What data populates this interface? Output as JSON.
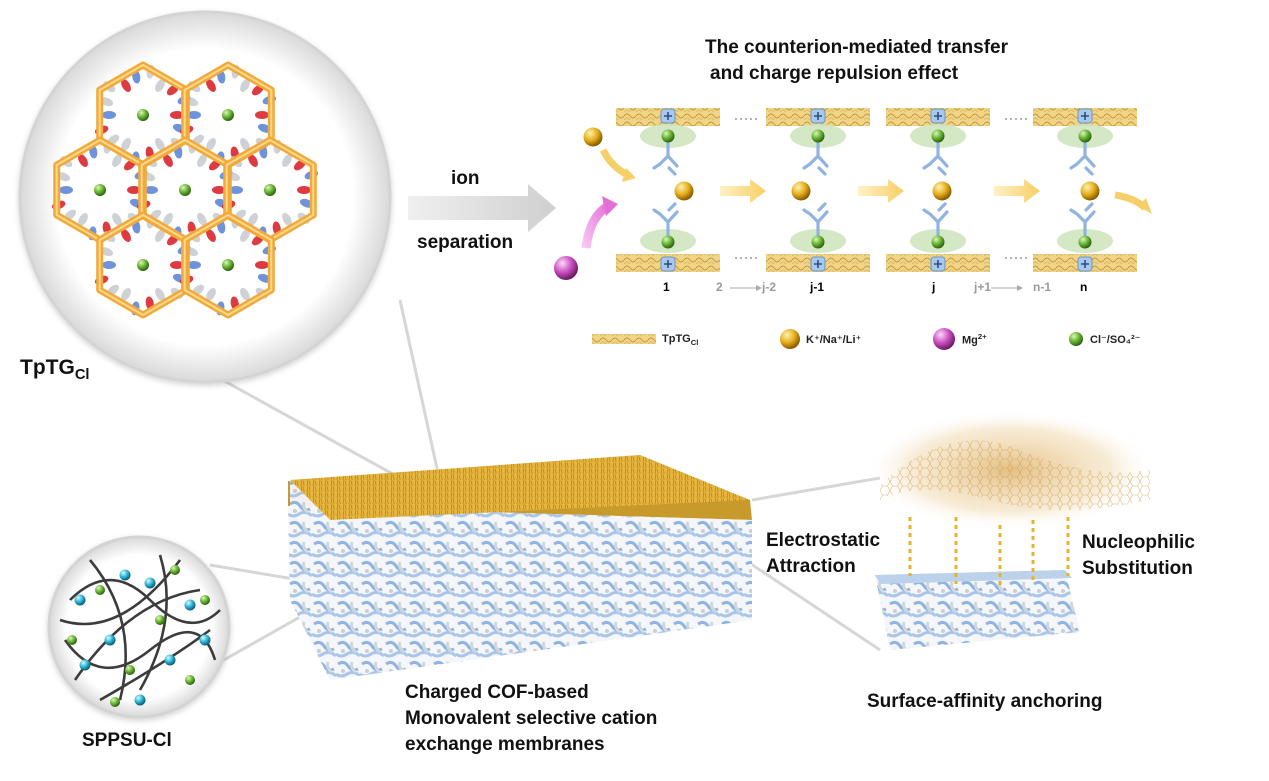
{
  "title_line1": "The counterion-mediated transfer",
  "title_line2": "and charge repulsion effect",
  "arrow_label_top": "ion",
  "arrow_label_bottom": "separation",
  "tptg_base": "TpTG",
  "tptg_sub": "Cl",
  "sppsu_label": "SPPSU-Cl",
  "membrane_caption": [
    "Charged COF-based",
    "Monovalent selective cation",
    "exchange membranes"
  ],
  "anchoring_caption": "Surface-affinity anchoring",
  "left_interaction": [
    "Electrostatic",
    "Attraction"
  ],
  "right_interaction": [
    "Nucleophilic",
    "Substitution"
  ],
  "channel_labels": {
    "c1": "1",
    "range1_start": "2",
    "range1_end": "j-2",
    "c2": "j-1",
    "c3": "j",
    "range2_start": "j+1",
    "range2_end": "n-1",
    "c4": "n"
  },
  "legend": {
    "tptg_base": "TpTG",
    "tptg_sub": "Cl",
    "cation": "K⁺/Na⁺/Li⁺",
    "mg_base": "Mg",
    "mg_sup": "2+",
    "anion": "Cl⁻/SO₄²⁻"
  },
  "colors": {
    "cof_gold": "#e8b84a",
    "hex_orange": "#f2a93b",
    "membrane_blue": "#9dbfe4",
    "cation_gold": "#d9a017",
    "mg_pink": "#c94fc0",
    "anion_green": "#6cb53a",
    "halo_green": "#cfe6c0",
    "transfer_arrow": "#f9d987",
    "mg_arrow": "#ec8ce3"
  }
}
